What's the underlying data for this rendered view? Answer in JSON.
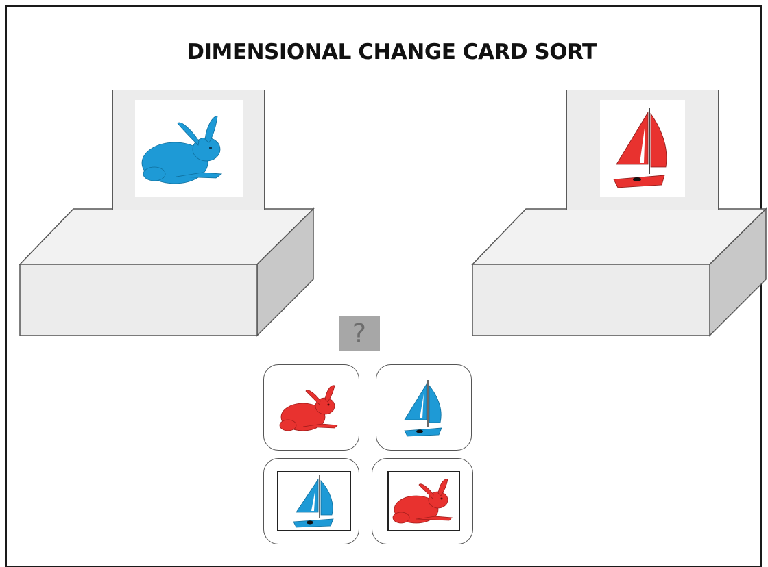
{
  "title": "DIMENSIONAL CHANGE CARD SORT",
  "colors": {
    "blue": "#1e9ad6",
    "red": "#e8322f",
    "card_bg": "#ececec",
    "box_top": "#f1f1f1",
    "box_front": "#ececec",
    "box_side": "#c7c7c7",
    "question_bg": "#a7a7a7"
  },
  "target_cards": [
    {
      "shape": "rabbit",
      "color": "blue",
      "icon": "rabbit-icon"
    },
    {
      "shape": "boat",
      "color": "red",
      "icon": "sailboat-icon"
    }
  ],
  "question_label": "?",
  "choice_cards": [
    {
      "shape": "rabbit",
      "color": "red",
      "framed": false
    },
    {
      "shape": "boat",
      "color": "blue",
      "framed": false
    },
    {
      "shape": "boat",
      "color": "blue",
      "framed": true
    },
    {
      "shape": "rabbit",
      "color": "red",
      "framed": true
    }
  ]
}
